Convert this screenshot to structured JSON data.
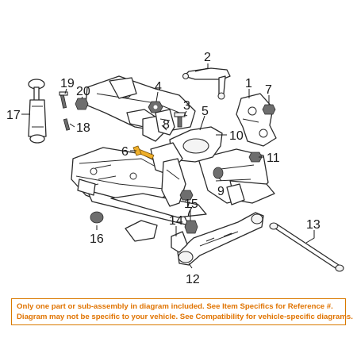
{
  "callouts": [
    "1",
    "2",
    "3",
    "4",
    "5",
    "6",
    "7",
    "7",
    "8",
    "9",
    "10",
    "11",
    "12",
    "13",
    "14",
    "15",
    "16",
    "17",
    "18",
    "19",
    "20"
  ],
  "disclaimer": {
    "line1": "Only one part or sub-assembly in diagram included. See Item Specifics for Reference #.",
    "line2": "Diagram may not be specific to your vehicle. See Compatibility for vehicle-specific diagrams."
  },
  "colors": {
    "highlight": "#f0b02a",
    "notice_text": "#e07300",
    "notice_border": "#d97a00"
  }
}
